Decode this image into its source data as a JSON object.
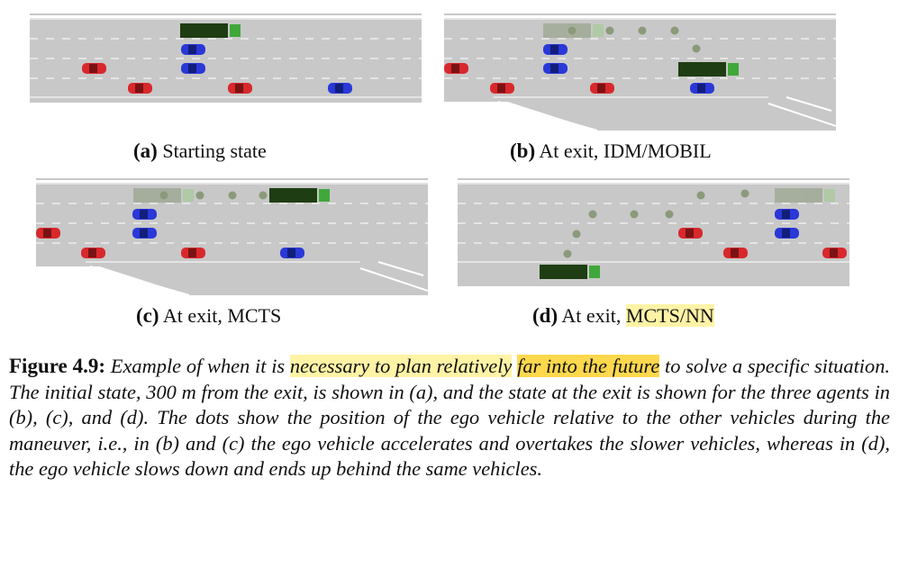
{
  "panels": [
    {
      "id": "a",
      "letter": "(a)",
      "text": "Starting state"
    },
    {
      "id": "b",
      "letter": "(b)",
      "text": "At exit, IDM/MOBIL"
    },
    {
      "id": "c",
      "letter": "(c)",
      "text": "At exit, MCTS"
    },
    {
      "id": "d",
      "letter": "(d)",
      "text": "At exit, ",
      "highlighted": "MCTS/NN"
    }
  ],
  "caption": {
    "label": "Figure 4.9:",
    "pre": " Example of when it is ",
    "highlight1": "necessary to plan relatively",
    "mid": " ",
    "highlight2": "far into the future",
    "post": " to solve a specific situation. The initial state, 300 m from the exit, is shown in (a), and the state at the exit is shown for the three agents in (b), (c), and (d). The dots show the position of the ego vehicle relative to the other vehicles during the maneuver, i.e., in (b) and (c) the ego vehicle accelerates and overtakes the slower vehicles, whereas in (d), the ego vehicle slows down and ends up behind the same vehicles."
  },
  "colors": {
    "road": "#c8c8c8",
    "lane_line": "#ffffff",
    "red_car": "#d8282c",
    "blue_car": "#2a38d8",
    "truck": "#1f3d12",
    "truck_cab": "#3fa83a",
    "ghost": "#8a9a7a",
    "highlight_light": "#fff3a6",
    "highlight_strong": "#ffd84d"
  }
}
